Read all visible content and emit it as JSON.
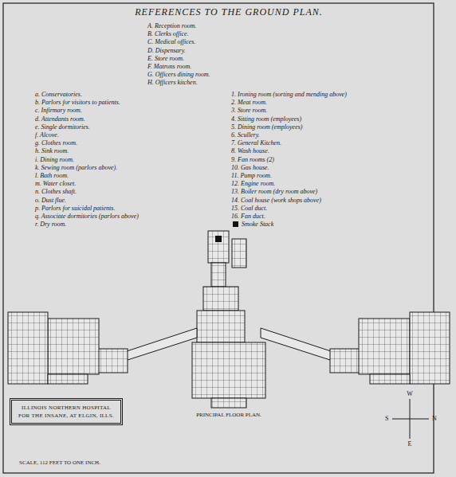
{
  "diagram": {
    "title": "REFERENCES TO THE GROUND PLAN.",
    "nodes": [
      {
        "text": [
          "ILLINOIS NORTHERN HOSPITAL FOR THE INSANE, AT ELGIN, ILLS."
        ]
      }
    ],
    "labels": [
      "A. Reception room.",
      "B. Clerks office.",
      "C. Medical offices.",
      "D. Dispensary.",
      "E. Store room.",
      "F. Matrons room.",
      "G. Officers dining room.",
      "H. Officers kitchen.",
      "a. Conservatories.",
      "b. Parlors for visitors to patients.",
      "c. Infirmary room.",
      "d. Attendants room.",
      "e. Single dormitories.",
      "f. Alcove.",
      "g. Clothes room.",
      "h. Sink room.",
      "i. Dining room.",
      "k. Sewing room (parlors above).",
      "l. Bath room.",
      "m. Water closet.",
      "n. Clothes shaft.",
      "o. Dust flue.",
      "p. Parlors for suicidal patients.",
      "q. Associate dormitories (parlors above)",
      "r. Dry room.",
      "1. Ironing room (sorting and mending above)",
      "2. Meat room.",
      "3. Store room.",
      "4. Sitting room (employees)",
      "5. Dining room (employees)",
      "6. Scullery.",
      "7. General Kitchen.",
      "8. Wash house.",
      "9. Fan rooms (2)",
      "10. Gas house.",
      "11. Pump room.",
      "12. Engine room.",
      "13. Boiler room (dry room above)",
      "14. Coal house (work shops above)",
      "15. Coal duct.",
      "16. Fan duct.",
      "PRINCIPAL FLOOR PLAN.",
      "SCALE, 112 FEET TO ONE INCH.",
      "W",
      "S",
      "N",
      "E"
    ],
    "legend": [
      {
        "text": "Smoke Stack",
        "color": "#111111"
      }
    ]
  }
}
